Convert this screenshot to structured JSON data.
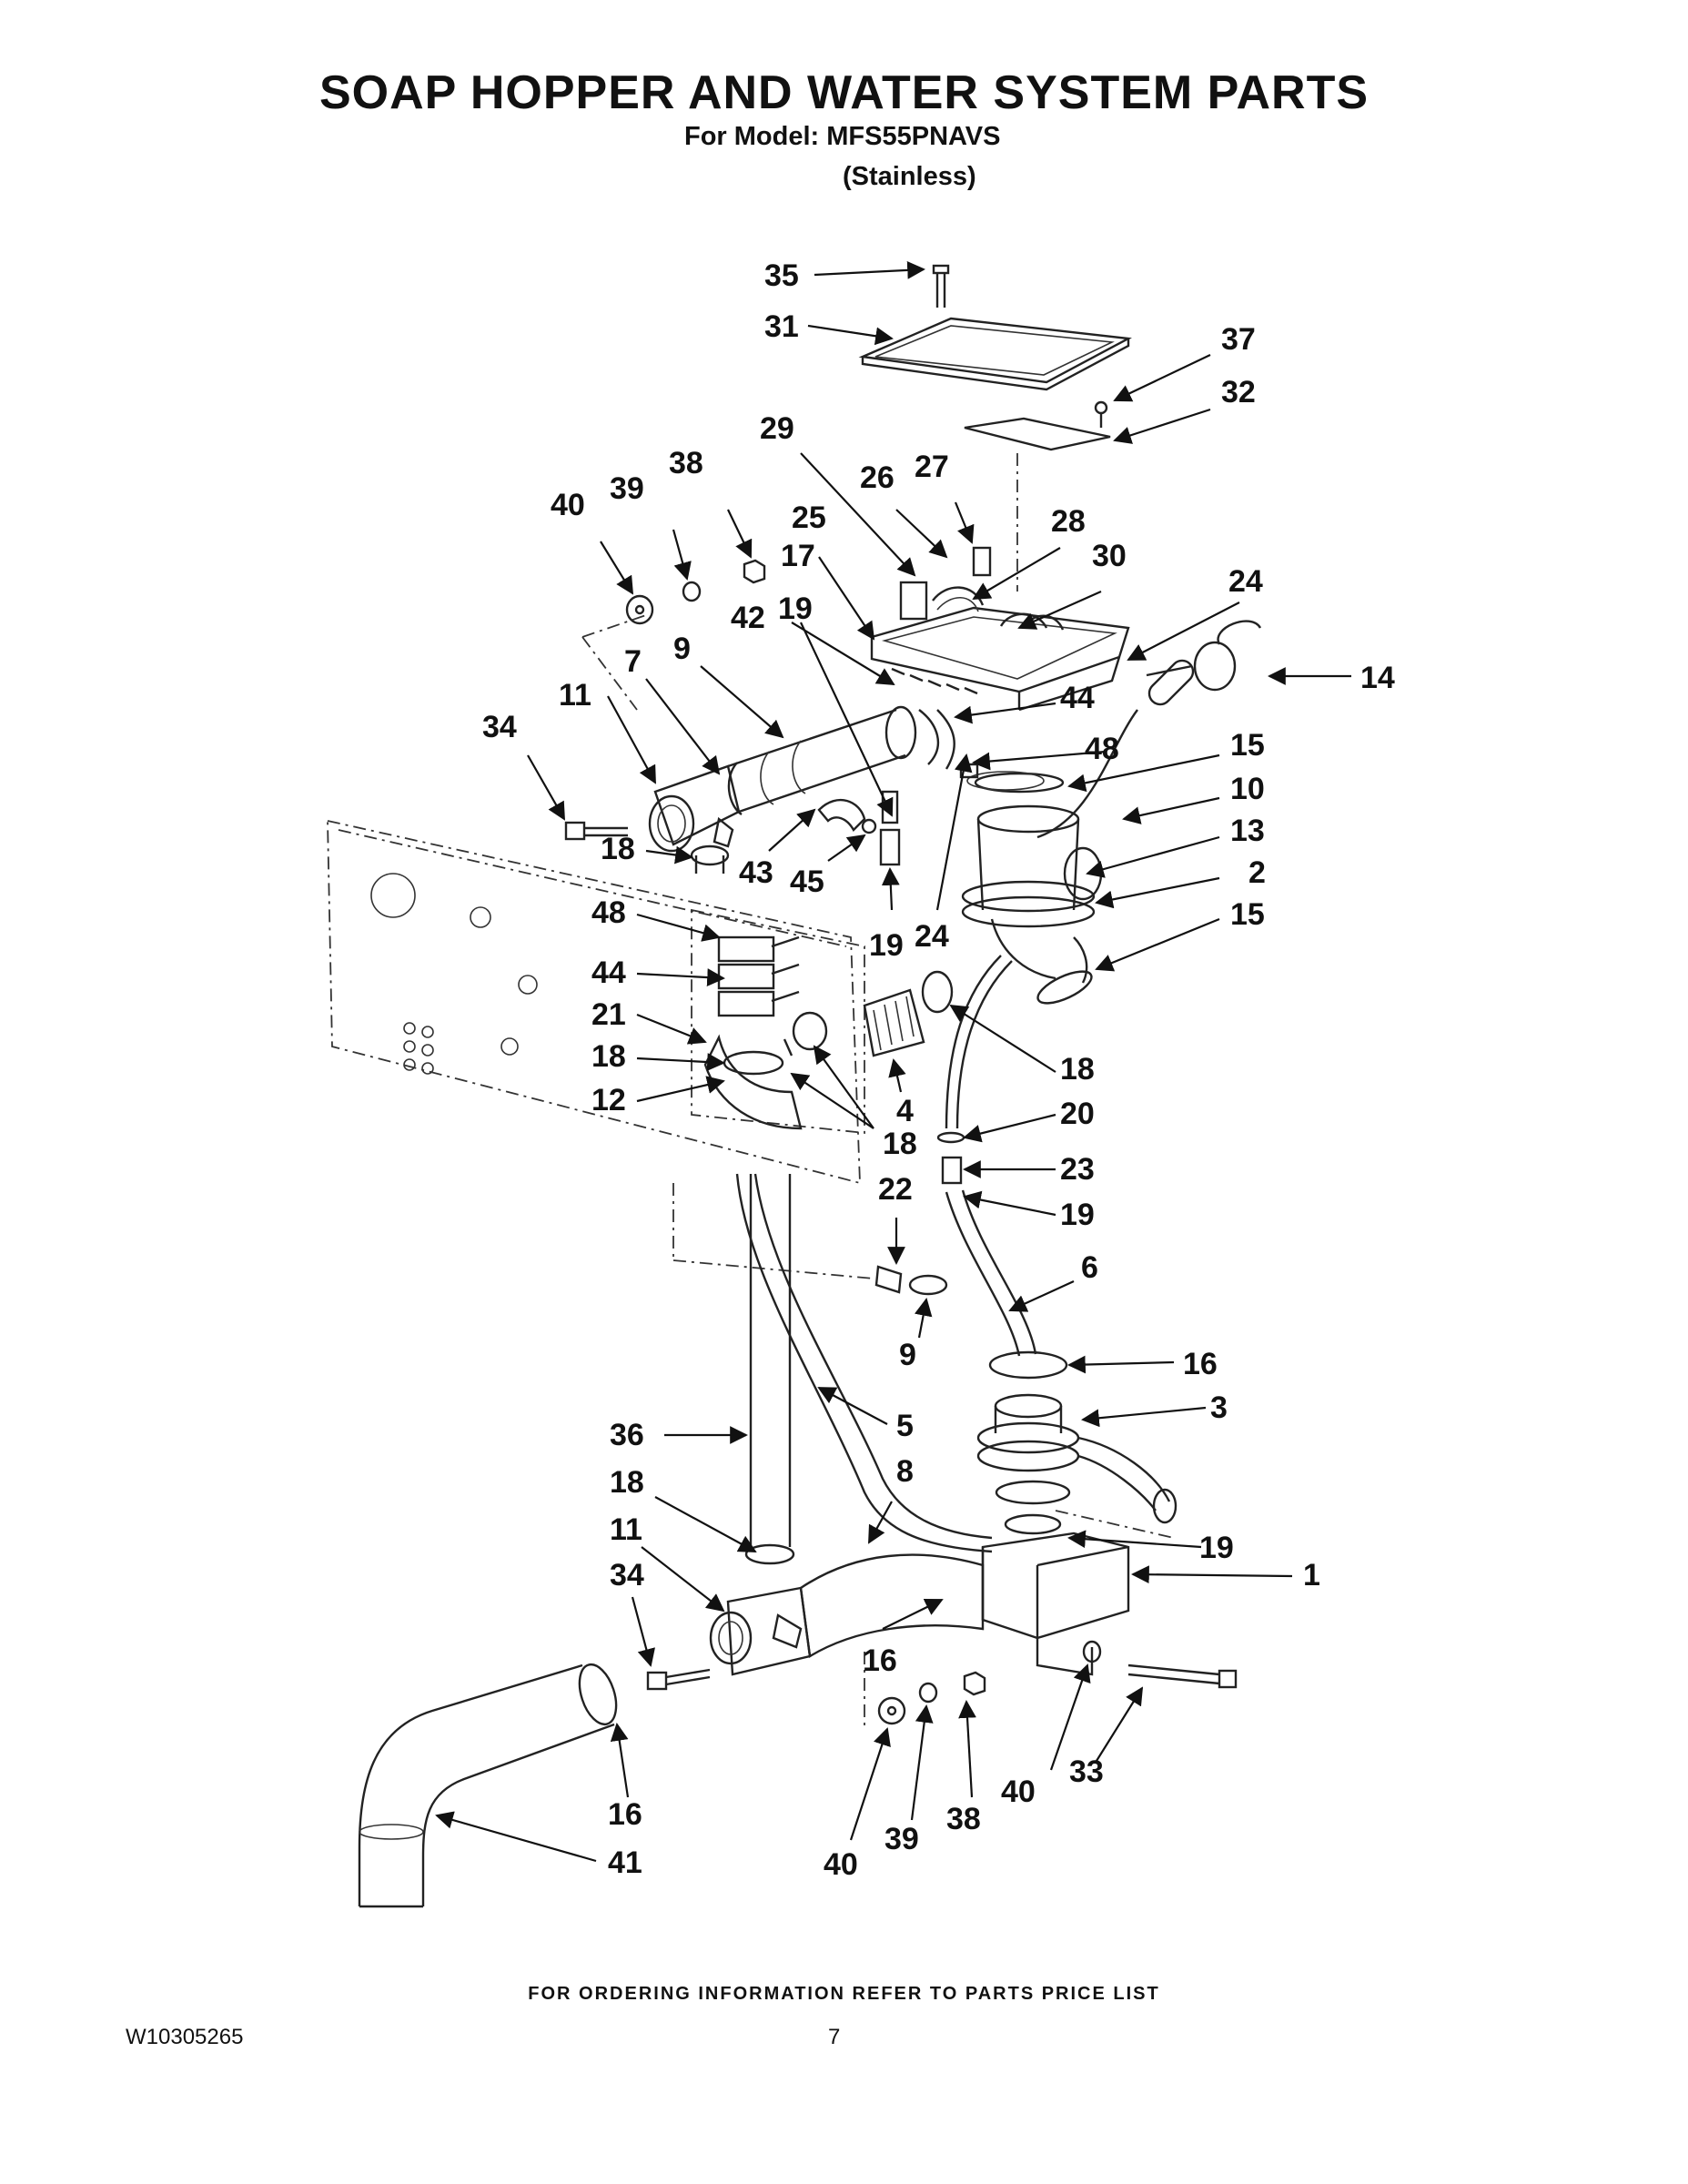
{
  "header": {
    "title": "SOAP HOPPER AND WATER SYSTEM PARTS",
    "model_line": "For Model: MFS55PNAVS",
    "finish_line": "(Stainless)"
  },
  "footer": {
    "ordering_note": "FOR ORDERING INFORMATION REFER TO PARTS PRICE LIST",
    "document_number": "W10305265",
    "page_number": "7"
  },
  "callouts": [
    {
      "id": "c35a",
      "text": "35"
    },
    {
      "id": "c31",
      "text": "31"
    },
    {
      "id": "c37",
      "text": "37"
    },
    {
      "id": "c32",
      "text": "32"
    },
    {
      "id": "c29",
      "text": "29"
    },
    {
      "id": "c38a",
      "text": "38"
    },
    {
      "id": "c39a",
      "text": "39"
    },
    {
      "id": "c40a",
      "text": "40"
    },
    {
      "id": "c26",
      "text": "26"
    },
    {
      "id": "c27",
      "text": "27"
    },
    {
      "id": "c28",
      "text": "28"
    },
    {
      "id": "c30",
      "text": "30"
    },
    {
      "id": "c25",
      "text": "25"
    },
    {
      "id": "c17",
      "text": "17"
    },
    {
      "id": "c24a",
      "text": "24"
    },
    {
      "id": "c42",
      "text": "42"
    },
    {
      "id": "c19a",
      "text": "19"
    },
    {
      "id": "c7",
      "text": "7"
    },
    {
      "id": "c9a",
      "text": "9"
    },
    {
      "id": "c11a",
      "text": "11"
    },
    {
      "id": "c34a",
      "text": "34"
    },
    {
      "id": "c14",
      "text": "14"
    },
    {
      "id": "c44a",
      "text": "44"
    },
    {
      "id": "c48a",
      "text": "48"
    },
    {
      "id": "c15a",
      "text": "15"
    },
    {
      "id": "c10",
      "text": "10"
    },
    {
      "id": "c13",
      "text": "13"
    },
    {
      "id": "c2",
      "text": "2"
    },
    {
      "id": "c15b",
      "text": "15"
    },
    {
      "id": "c18a",
      "text": "18"
    },
    {
      "id": "c43",
      "text": "43"
    },
    {
      "id": "c45",
      "text": "45"
    },
    {
      "id": "c48b",
      "text": "48"
    },
    {
      "id": "c19b",
      "text": "19"
    },
    {
      "id": "c24b",
      "text": "24"
    },
    {
      "id": "c44b",
      "text": "44"
    },
    {
      "id": "c21",
      "text": "21"
    },
    {
      "id": "c18b",
      "text": "18"
    },
    {
      "id": "c12",
      "text": "12"
    },
    {
      "id": "c4",
      "text": "4"
    },
    {
      "id": "c18c",
      "text": "18"
    },
    {
      "id": "c18d",
      "text": "18"
    },
    {
      "id": "c20",
      "text": "20"
    },
    {
      "id": "c23",
      "text": "23"
    },
    {
      "id": "c19c",
      "text": "19"
    },
    {
      "id": "c22",
      "text": "22"
    },
    {
      "id": "c6",
      "text": "6"
    },
    {
      "id": "c9b",
      "text": "9"
    },
    {
      "id": "c16a",
      "text": "16"
    },
    {
      "id": "c5",
      "text": "5"
    },
    {
      "id": "c3",
      "text": "3"
    },
    {
      "id": "c36",
      "text": "36"
    },
    {
      "id": "c8",
      "text": "8"
    },
    {
      "id": "c18e",
      "text": "18"
    },
    {
      "id": "c11b",
      "text": "11"
    },
    {
      "id": "c19d",
      "text": "19"
    },
    {
      "id": "c1",
      "text": "1"
    },
    {
      "id": "c34b",
      "text": "34"
    },
    {
      "id": "c16b",
      "text": "16"
    },
    {
      "id": "c40b",
      "text": "40"
    },
    {
      "id": "c33",
      "text": "33"
    },
    {
      "id": "c16c",
      "text": "16"
    },
    {
      "id": "c38b",
      "text": "38"
    },
    {
      "id": "c39b",
      "text": "39"
    },
    {
      "id": "c40c",
      "text": "40"
    },
    {
      "id": "c41",
      "text": "41"
    }
  ]
}
